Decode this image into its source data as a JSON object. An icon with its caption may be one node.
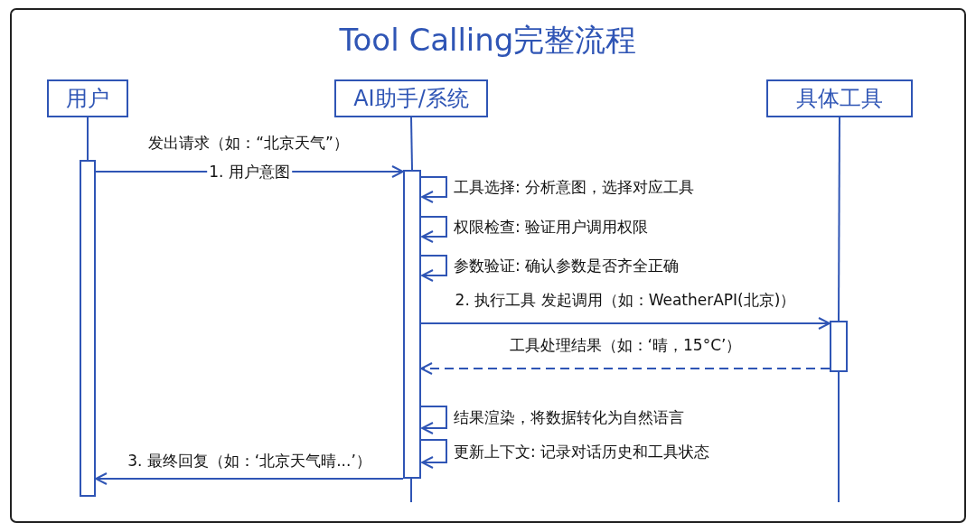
{
  "diagram": {
    "title": "Tool Calling完整流程",
    "nodes": [
      {
        "text": [
          "用户"
        ]
      },
      {
        "text": [
          "AI助手/系统"
        ]
      },
      {
        "text": [
          "具体工具"
        ]
      },
      {
        "text": [],
        "shape": "bar"
      },
      {
        "text": [],
        "shape": "bar"
      },
      {
        "text": [],
        "shape": "bar"
      }
    ],
    "edges": [
      {
        "from": 0,
        "to": 3,
        "arrow": "none"
      },
      {
        "from": 1,
        "to": 4,
        "arrow": "none"
      },
      {
        "from": 2,
        "to": 5,
        "arrow": "none"
      },
      {
        "from": 3,
        "to": 4,
        "arrow": "to",
        "label": "1. 用户意图"
      },
      {
        "from": 4,
        "to": 4,
        "arrow": "to",
        "label": "工具选择: 分析意图，选择对应工具"
      },
      {
        "from": 4,
        "to": 4,
        "arrow": "to",
        "label": "权限检查: 验证用户调用权限"
      },
      {
        "from": 4,
        "to": 4,
        "arrow": "to",
        "label": "参数验证: 确认参数是否齐全正确"
      },
      {
        "from": 4,
        "to": 5,
        "arrow": "to",
        "label": "2. 执行工具 发起调用（如：WeatherAPI(北京)）"
      },
      {
        "from": 5,
        "to": 4,
        "arrow": "to",
        "label": "工具处理结果（如：‘晴，15°C’）",
        "style": "dashed"
      },
      {
        "from": 4,
        "to": 4,
        "arrow": "to",
        "label": "结果渲染，将数据转化为自然语言"
      },
      {
        "from": 4,
        "to": 4,
        "arrow": "to",
        "label": "更新上下文: 记录对话历史和工具状态"
      },
      {
        "from": 4,
        "to": 3,
        "arrow": "to",
        "label": "3. 最终回复（如：‘北京天气晴...’）"
      }
    ],
    "labels": [
      "发出请求（如：“北京天气”）"
    ]
  }
}
